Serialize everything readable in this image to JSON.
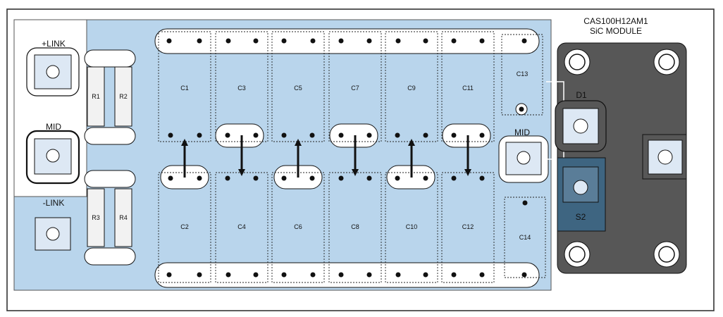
{
  "module": {
    "title_line1": "CAS100H12AM1",
    "title_line2": "SiC MODULE",
    "d1_label": "D1",
    "s2_label": "S2"
  },
  "terminals": {
    "plus_link": "+LINK",
    "mid": "MID",
    "minus_link": "-LINK",
    "board_mid": "MID"
  },
  "resistors": [
    "R1",
    "R2",
    "R3",
    "R4"
  ],
  "capacitors": {
    "top_row": [
      "C1",
      "C3",
      "C5",
      "C7",
      "C9",
      "C11"
    ],
    "bottom_row": [
      "C2",
      "C4",
      "C6",
      "C8",
      "C10",
      "C12"
    ],
    "snubber_top": "C13",
    "snubber_bottom": "C14"
  },
  "colors": {
    "board": "#b9d5ec",
    "module_body": "#575757",
    "s2_highlight": "#3e6581",
    "pad_fill": "#dde8f4",
    "outline": "#222222"
  }
}
